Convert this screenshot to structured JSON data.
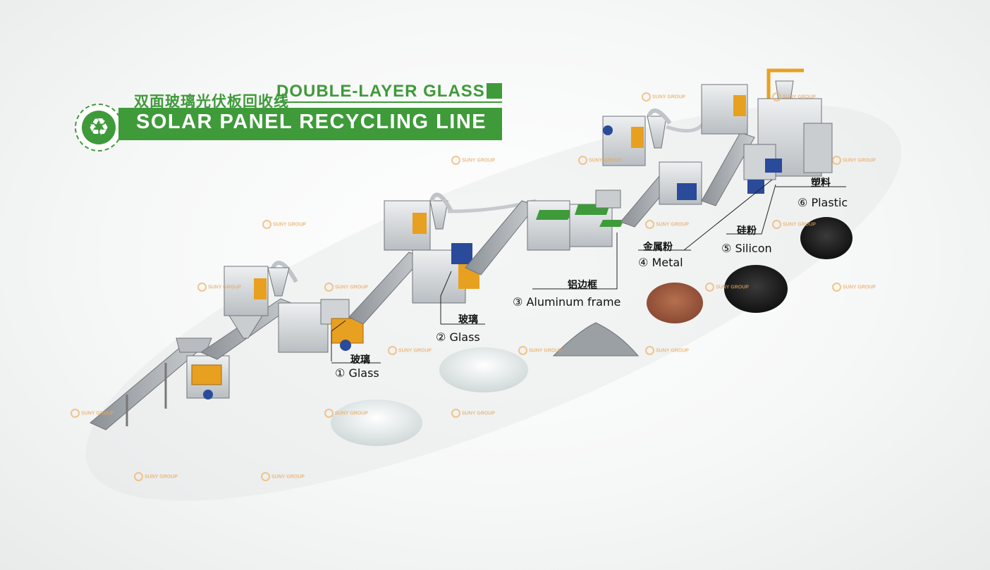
{
  "banner": {
    "title_cn": "双面玻璃光伏板回收线",
    "title_en_top": "DOUBLE-LAYER GLASS",
    "title_en_main": "SOLAR PANEL RECYCLING LINE",
    "icon": "recycle-icon",
    "accent": "#3f9a3a"
  },
  "outputs": [
    {
      "num": "①",
      "cn": "玻璃",
      "en": "Glass"
    },
    {
      "num": "②",
      "cn": "玻璃",
      "en": "Glass"
    },
    {
      "num": "③",
      "cn": "铝边框",
      "en": "Aluminum frame"
    },
    {
      "num": "④",
      "cn": "金属粉",
      "en": "Metal"
    },
    {
      "num": "⑤",
      "cn": "硅粉",
      "en": "Silicon"
    },
    {
      "num": "⑥",
      "cn": "塑料",
      "en": "Plastic"
    }
  ],
  "watermark": "SUNY GROUP"
}
